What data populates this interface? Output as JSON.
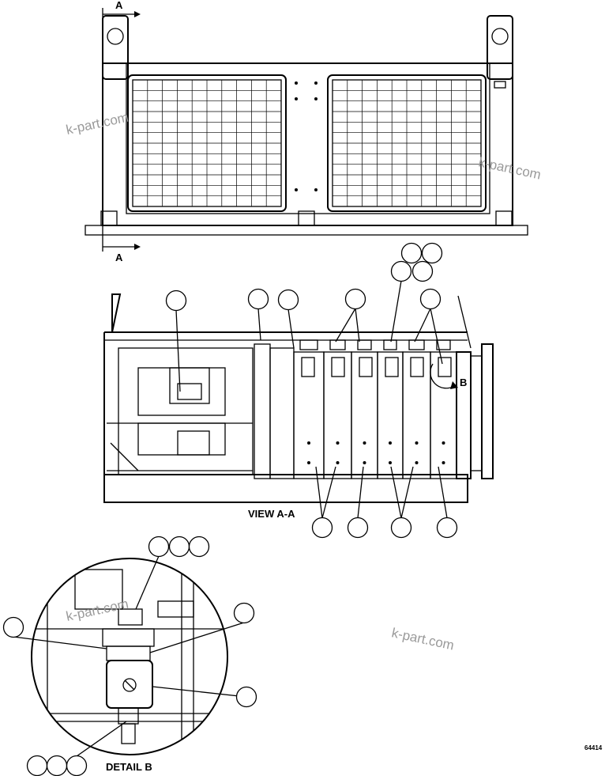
{
  "section_markers": {
    "top": "A",
    "bottom": "A"
  },
  "view_label": "VIEW A-A",
  "detail_marker": "B",
  "detail_label": "DETAIL B",
  "drawing_number": "64414",
  "watermarks": [
    "k-part.com",
    "k-part.com",
    "k-part.com",
    "k-part.com"
  ]
}
